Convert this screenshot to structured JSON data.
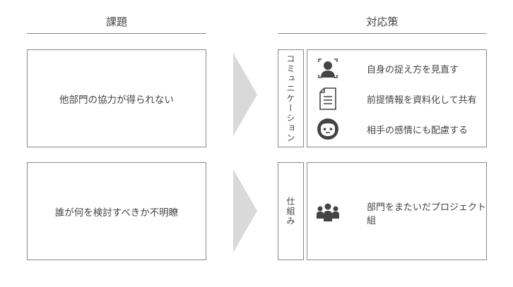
{
  "headers": {
    "problems": "課題",
    "solutions": "対応策"
  },
  "rows": [
    {
      "problem": "他部門の協力が得られない",
      "category": "コミュニケーション",
      "items": [
        {
          "icon": "person-focus-icon",
          "text": "自身の捉え方を見直す"
        },
        {
          "icon": "document-icon",
          "text": "前提情報を資料化して共有"
        },
        {
          "icon": "face-icon",
          "text": "相手の感情にも配慮する"
        }
      ]
    },
    {
      "problem": "誰が何を検討すべきか不明瞭",
      "category": "仕組み",
      "items": [
        {
          "icon": "group-icon",
          "text": "部門をまたいだプロジェクト組"
        }
      ]
    }
  ]
}
